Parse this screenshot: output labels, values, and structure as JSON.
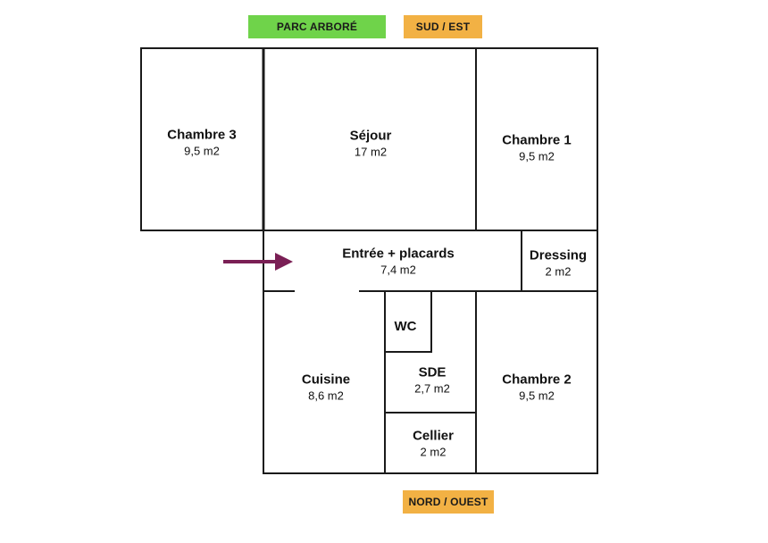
{
  "colors": {
    "wall": "#1a1a1a",
    "arrow": "#7a1f55",
    "tag_green": "#6fd34a",
    "tag_orange": "#f2b144"
  },
  "orientation": {
    "top_left": "PARC ARBORÉ",
    "top_right": "SUD / EST",
    "bottom": "NORD / OUEST"
  },
  "entry_arrow_icon": "arrow-right-icon",
  "rooms": {
    "chambre3": {
      "name": "Chambre 3",
      "area": "9,5 m2"
    },
    "sejour": {
      "name": "Séjour",
      "area": "17 m2"
    },
    "chambre1": {
      "name": "Chambre 1",
      "area": "9,5 m2"
    },
    "entree": {
      "name": "Entrée + placards",
      "area": "7,4 m2"
    },
    "dressing": {
      "name": "Dressing",
      "area": "2 m2"
    },
    "wc": {
      "name": "WC"
    },
    "cuisine": {
      "name": "Cuisine",
      "area": "8,6 m2"
    },
    "sde": {
      "name": "SDE",
      "area": "2,7 m2"
    },
    "chambre2": {
      "name": "Chambre 2",
      "area": "9,5 m2"
    },
    "cellier": {
      "name": "Cellier",
      "area": "2 m2"
    }
  }
}
